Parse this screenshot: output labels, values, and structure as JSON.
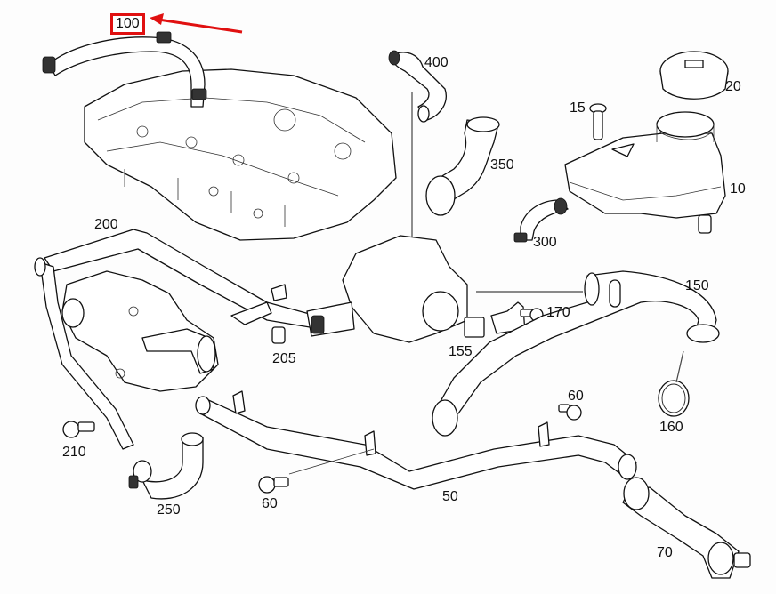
{
  "diagram": {
    "title": "Engine cooling hoses and coolant expansion tank exploded view",
    "highlighted_part": "100",
    "highlight_color": "#e01010",
    "parts": [
      {
        "id": "p100",
        "label": "100",
        "name": "Upper coolant hose at cylinder head",
        "highlighted": true
      },
      {
        "id": "p400",
        "label": "400",
        "name": "Coolant hose"
      },
      {
        "id": "p350",
        "label": "350",
        "name": "Coolant hose with clamp"
      },
      {
        "id": "p15",
        "label": "15",
        "name": "Bolt"
      },
      {
        "id": "p20",
        "label": "20",
        "name": "Expansion tank cap"
      },
      {
        "id": "p10",
        "label": "10",
        "name": "Coolant expansion tank"
      },
      {
        "id": "p300",
        "label": "300",
        "name": "Tank hose"
      },
      {
        "id": "p200",
        "label": "200",
        "name": "Coolant pipe"
      },
      {
        "id": "p205",
        "label": "205",
        "name": "Clip"
      },
      {
        "id": "p155",
        "label": "155",
        "name": "Bracket clip"
      },
      {
        "id": "p170",
        "label": "170",
        "name": "Bolt"
      },
      {
        "id": "p150",
        "label": "150",
        "name": "Coolant hose"
      },
      {
        "id": "p160",
        "label": "160",
        "name": "Hose clamp"
      },
      {
        "id": "p60a",
        "label": "60",
        "name": "Bolt"
      },
      {
        "id": "p210",
        "label": "210",
        "name": "Bolt"
      },
      {
        "id": "p250",
        "label": "250",
        "name": "Bent hose"
      },
      {
        "id": "p60b",
        "label": "60",
        "name": "Bolt"
      },
      {
        "id": "p50",
        "label": "50",
        "name": "Coolant pipe"
      },
      {
        "id": "p70",
        "label": "70",
        "name": "Coolant hose"
      }
    ]
  }
}
